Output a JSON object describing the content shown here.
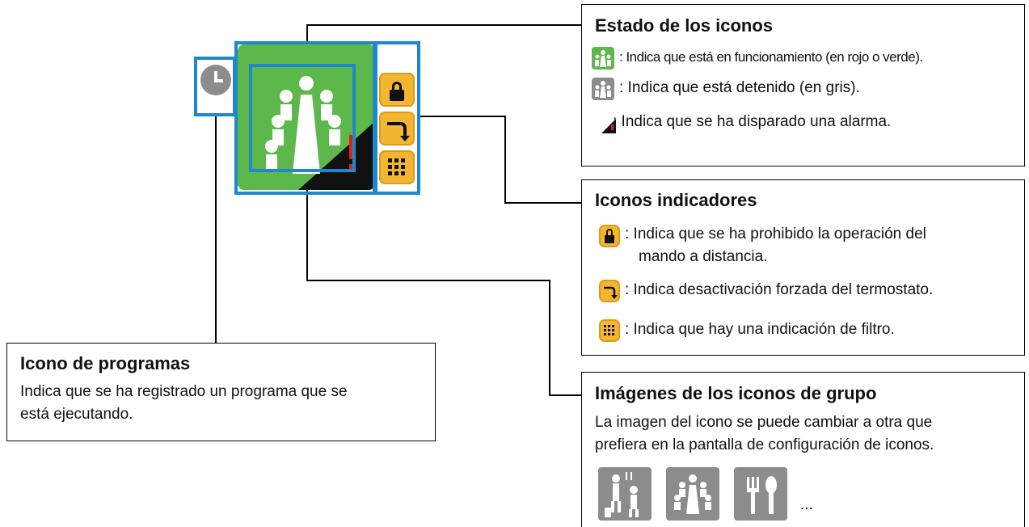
{
  "estado": {
    "title": "Estado de los iconos",
    "items": [
      {
        "icon": "running-group-icon",
        "text": ": Indica que está en funcionamiento (en rojo o verde)."
      },
      {
        "icon": "stopped-group-icon",
        "text": ": Indica que está detenido (en gris)."
      },
      {
        "icon": "alarm-triangle-icon",
        "text": ": Indica que se ha disparado una alarma."
      }
    ]
  },
  "indicadores": {
    "title": "Iconos indicadores",
    "items": [
      {
        "icon": "lock-icon",
        "text_line1": ": Indica que se ha prohibido la operación del",
        "text_line2": "mando a distancia."
      },
      {
        "icon": "thermostat-off-icon",
        "text_line1": ": Indica desactivación forzada del termostato."
      },
      {
        "icon": "filter-grid-icon",
        "text_line1": ": Indica que hay una indicación de filtro."
      }
    ]
  },
  "imagenes": {
    "title": "Imágenes  de los iconos de grupo",
    "text_line1": "La imagen del icono se puede cambiar a otra que",
    "text_line2": "prefiera en la pantalla de configuración de iconos.",
    "ellipsis": "...",
    "icons": [
      "people-waiting-icon",
      "meeting-group-icon",
      "restaurant-icon"
    ]
  },
  "programas": {
    "title": "Icono de programas",
    "text_line1": "Indica que se ha registrado un programa que se",
    "text_line2": "está ejecutando."
  },
  "colors": {
    "running_green": "#5cb84a",
    "stopped_gray": "#8c8c8c",
    "indicator_yellow": "#f2b632",
    "highlight_blue": "#1e88c8",
    "alarm_red": "#e0201a"
  }
}
